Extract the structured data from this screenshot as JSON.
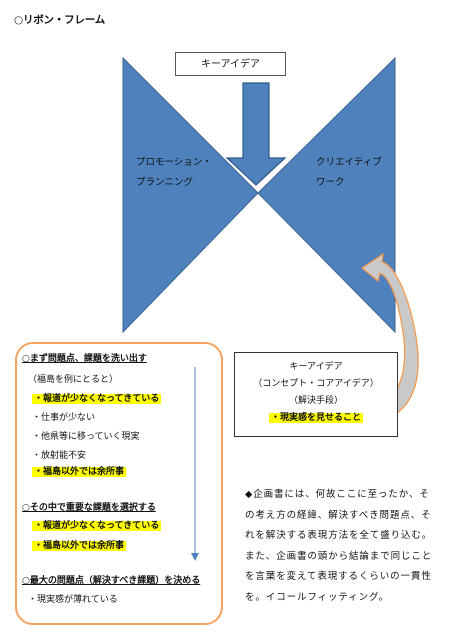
{
  "page": {
    "title": "○リボン・フレーム"
  },
  "diagram": {
    "key_idea_box": "キーアイデア",
    "left_wing": [
      "プロモーション・",
      "プランニング"
    ],
    "right_wing": [
      "クリエイティブ",
      "ワーク"
    ],
    "colors": {
      "wing_fill": "#4f81bd",
      "wing_stroke": "#3a6595",
      "arrow_fill": "#c8c8c8",
      "arrow_stroke": "#f79646",
      "panel_border": "#f4a261",
      "highlight": "#ffff00"
    }
  },
  "concept_box": {
    "title": "キーアイデア",
    "subtitle": "（コンセプト・コアアイデア）",
    "method": "（解決手段）",
    "highlight": "・現実感を見せること"
  },
  "left_panel": {
    "section1_heading": "○まず問題点、課題を洗い出す",
    "example_note": "（福島を例にとると）",
    "items": [
      {
        "text": "・報道が少なくなってきている",
        "highlight": true
      },
      {
        "text": "・仕事が少ない",
        "highlight": false
      },
      {
        "text": "・他県等に移っていく現実",
        "highlight": false
      },
      {
        "text": "・放射能不安",
        "highlight": false
      },
      {
        "text": "・福島以外では余所事",
        "highlight": true
      }
    ],
    "section2_heading": "○その中で重要な課題を選択する",
    "section2_items": [
      {
        "text": "・報道が少なくなってきている",
        "highlight": true
      },
      {
        "text": "・福島以外では余所事",
        "highlight": true
      }
    ],
    "section3_heading": "○最大の問題点（解決すべき課題）を決める",
    "section3_item": "・現実感が薄れている"
  },
  "note": {
    "text": "◆企画書には、何故ここに至ったか、その考え方の経緯、解決すべき問題点、それを解決する表現方法を全て盛り込む。また、企画書の頭から結論まで同じことを言葉を変えて表現するくらいの一貫性を。イコールフィッティング。"
  }
}
